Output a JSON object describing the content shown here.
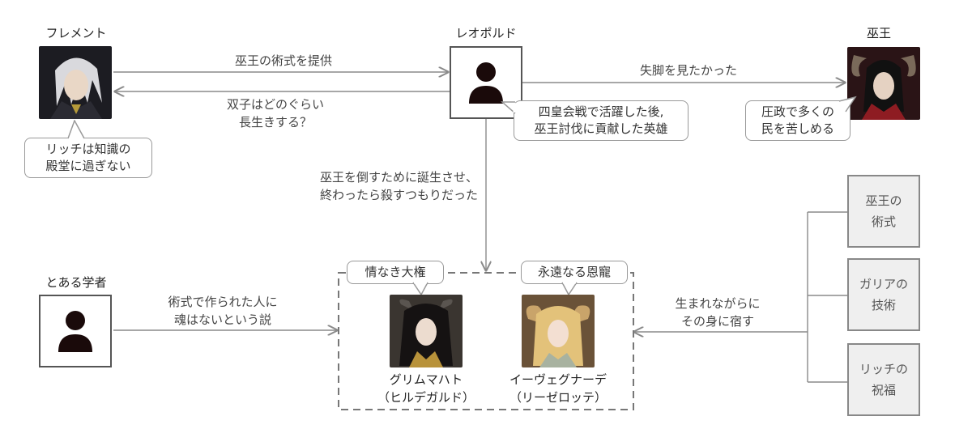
{
  "nodes": {
    "fremont": {
      "name": "フレメント",
      "note_line1": "リッチは知識の",
      "note_line2": "殿堂に過ぎない"
    },
    "leopold": {
      "name": "レオポルド",
      "note_line1": "四皇会戦で活躍した後,",
      "note_line2": "巫王討伐に貢献した英雄"
    },
    "witch_king": {
      "name": "巫王",
      "note_line1": "圧政で多くの",
      "note_line2": "民を苦しめる"
    },
    "scholar": {
      "name": "とある学者"
    },
    "grimmahat": {
      "bubble": "情なき大権",
      "label_line1": "グリムマハト",
      "label_line2": "（ヒルデガルド）"
    },
    "ivegnade": {
      "bubble": "永遠なる恩寵",
      "label_line1": "イーヴェグナーデ",
      "label_line2": "（リーゼロッテ）"
    }
  },
  "edges": {
    "fremont_to_leopold": "巫王の術式を提供",
    "leopold_to_fremont_line1": "双子はどのぐらい",
    "leopold_to_fremont_line2": "長生きする？",
    "leopold_to_witch": "失脚を見たかった",
    "leopold_to_twins_line1": "巫王を倒すために誕生させ、",
    "leopold_to_twins_line2": "終わったら殺すつもりだった",
    "scholar_to_twins_line1": "術式で作られた人に",
    "scholar_to_twins_line2": "魂はないという説",
    "sources_to_twins_line1": "生まれながらに",
    "sources_to_twins_line2": "その身に宿す"
  },
  "sources": [
    {
      "line1": "巫王の",
      "line2": "術式"
    },
    {
      "line1": "ガリアの",
      "line2": "技術"
    },
    {
      "line1": "リッチの",
      "line2": "祝福"
    }
  ],
  "colors": {
    "line": "#8a8a8a",
    "box_border": "#555555",
    "person_icon": "#1a0a0a"
  }
}
